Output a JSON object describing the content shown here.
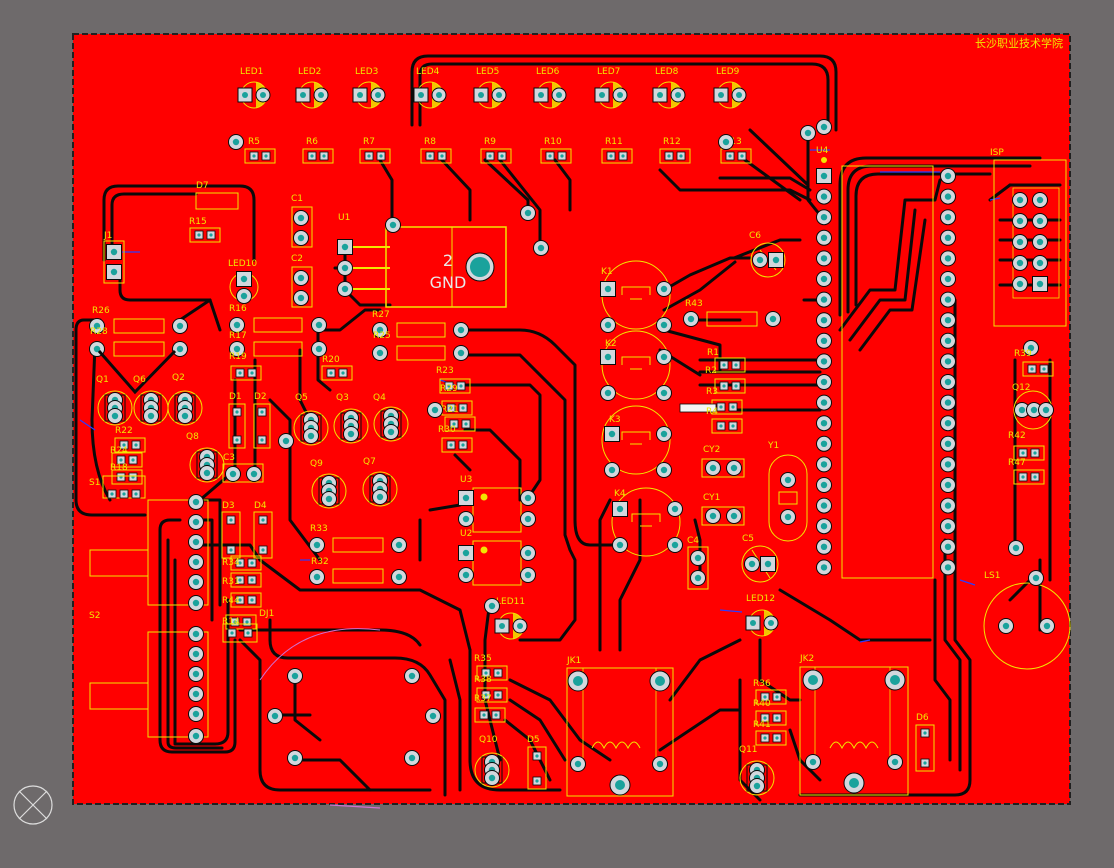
{
  "board": {
    "title": "长沙职业技术学院",
    "colors": {
      "background": "#6e6a6b",
      "copper": "#ff0000",
      "trace": "#0a0a0a",
      "silkscreen": "#f2e600",
      "pad": "#c9cdd4",
      "via": "#1aa29c",
      "net_blue": "#2c3cff"
    }
  },
  "leds": [
    "LED1",
    "LED2",
    "LED3",
    "LED4",
    "LED5",
    "LED6",
    "LED7",
    "LED8",
    "LED9"
  ],
  "led_resistors": [
    "R5",
    "R6",
    "R7",
    "R8",
    "R9",
    "R10",
    "R11",
    "R12",
    "R13"
  ],
  "labels": {
    "d7": "D7",
    "r15": "R15",
    "j1": "J1",
    "led10": "LED10",
    "c1": "C1",
    "c2": "C2",
    "u1": "U1",
    "gnd_num": "2",
    "gnd": "GND",
    "r16": "R16",
    "r17": "R17",
    "r19": "R19",
    "r26": "R26",
    "r28": "R28",
    "q1": "Q1",
    "q6": "Q6",
    "q2": "Q2",
    "r22": "R22",
    "r24": "R24",
    "r18": "R18",
    "s1": "S1",
    "q8": "Q8",
    "d1": "D1",
    "d2": "D2",
    "c3": "C3",
    "d3": "D3",
    "d4": "D4",
    "r20": "R20",
    "q5": "Q5",
    "q3": "Q3",
    "q4": "Q4",
    "q9": "Q9",
    "q7": "Q7",
    "r27": "R27",
    "r25": "R25",
    "r23": "R23",
    "r29": "R29",
    "r21": "R21",
    "r30": "R30",
    "r33": "R33",
    "r32": "R32",
    "r34": "R34",
    "r31": "R31",
    "r44": "R44",
    "r14": "R14",
    "dj1": "DJ1",
    "s2": "S2",
    "u3": "U3",
    "u2": "U2",
    "led11": "LED11",
    "r35": "R35",
    "r38": "R38",
    "r37": "R37",
    "q10": "Q10",
    "d5": "D5",
    "jk1": "JK1",
    "k1": "K1",
    "k2": "K2",
    "k3": "K3",
    "k4": "K4",
    "r43": "R43",
    "c6": "C6",
    "r1": "R1",
    "r2": "R2",
    "r3": "R3",
    "r4": "R4",
    "cy2": "CY2",
    "cy1": "CY1",
    "y1": "Y1",
    "c4": "C4",
    "c5": "C5",
    "led12": "LED12",
    "jk2": "JK2",
    "r36": "R36",
    "r40": "R40",
    "r41": "R41",
    "q11": "Q11",
    "d6": "D6",
    "u4": "U4",
    "isp": "ISP",
    "r39": "R39",
    "q12": "Q12",
    "r42": "R42",
    "r47": "R47",
    "ls1": "LS1"
  }
}
